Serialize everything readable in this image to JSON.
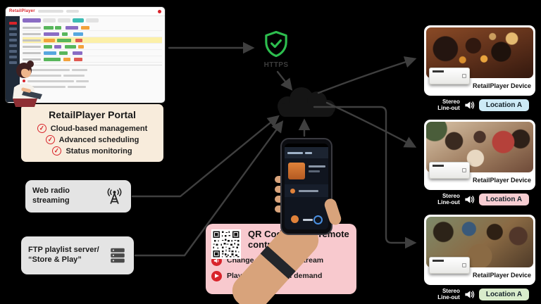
{
  "colors": {
    "accent_red": "#d8232a",
    "shield_green": "#2dbe4e",
    "arrow_gray": "#3f3f3f",
    "portal_box_bg": "#f8ecdc",
    "source_box_bg": "#e4e4e4",
    "qr_box_bg": "#f8c9ce",
    "location_chips": [
      "#cdeaf6",
      "#f7cdd2",
      "#d9eccb"
    ]
  },
  "portal": {
    "brand": "RetailPlayer",
    "title": "RetailPlayer Portal",
    "features": [
      {
        "icon": "check-icon",
        "label": "Cloud-based management"
      },
      {
        "icon": "check-icon",
        "label": "Advanced scheduling"
      },
      {
        "icon": "check-icon",
        "label": "Status monitoring"
      }
    ]
  },
  "network": {
    "icon": "shield-check-icon",
    "https_label": "HTTPS"
  },
  "sources": [
    {
      "icon": "radio-tower-icon",
      "label": "Web radio streaming"
    },
    {
      "icon": "server-icon",
      "label": "FTP playlist server/ “Store & Play”"
    }
  ],
  "remote": {
    "icon": "qr-code-icon",
    "title": "QR Code based remote control",
    "items": [
      {
        "icon": "speaker-icon",
        "label": "Change volume and stream"
      },
      {
        "icon": "play-icon",
        "label": "Play audio files on demand"
      }
    ]
  },
  "devices": [
    {
      "name": "RetailPlayer Device",
      "output": "Stereo Line-out",
      "output_icon": "speaker-icon",
      "location": "Location A"
    },
    {
      "name": "RetailPlayer Device",
      "output": "Stereo Line-out",
      "output_icon": "speaker-icon",
      "location": "Location A"
    },
    {
      "name": "RetailPlayer Device",
      "output": "Stereo Line-out",
      "output_icon": "speaker-icon",
      "location": "Location A"
    }
  ]
}
